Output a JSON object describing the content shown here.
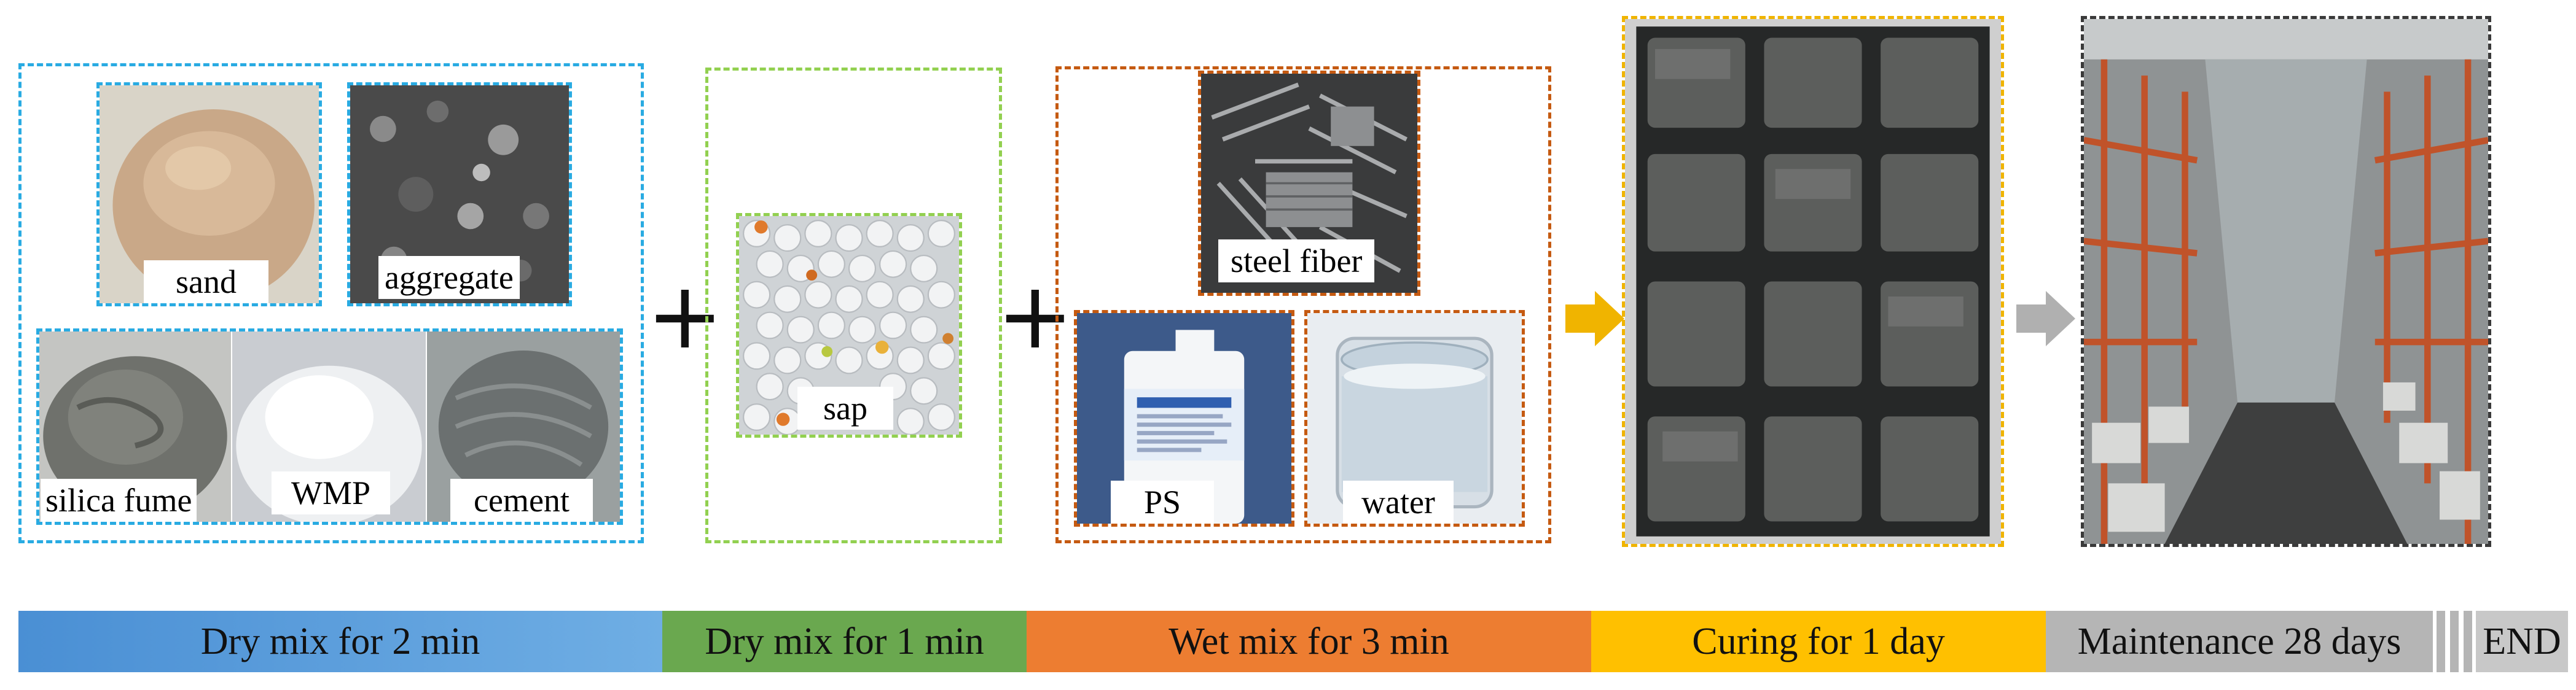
{
  "groups": {
    "dry1": {
      "border_color": "#29abe2",
      "items": [
        {
          "label": "sand"
        },
        {
          "label": "aggregate"
        },
        {
          "label": "silica fume"
        },
        {
          "label": "WMP"
        },
        {
          "label": "cement"
        }
      ]
    },
    "dry2": {
      "border_color": "#92d050",
      "items": [
        {
          "label": "sap"
        }
      ]
    },
    "wet": {
      "border_color": "#c55a11",
      "items": [
        {
          "label": "steel fiber"
        },
        {
          "label": "PS"
        },
        {
          "label": "water"
        }
      ]
    }
  },
  "operators": {
    "plus": "+"
  },
  "timeline": [
    {
      "label": "Dry mix for 2 min",
      "color": "#4a8fd4"
    },
    {
      "label": "Dry mix for 1 min",
      "color": "#6aa84f"
    },
    {
      "label": "Wet mix for 3 min",
      "color": "#ed7d31"
    },
    {
      "label": "Curing for 1 day",
      "color": "#ffc000"
    },
    {
      "label": "Maintenance 28 days",
      "color": "#b5b5b5"
    },
    {
      "label": "END",
      "color": "#c8c8c8"
    }
  ],
  "arrows": {
    "curing_arrow_color": "#f0b400",
    "maintenance_arrow_color": "#b0b0b0"
  }
}
